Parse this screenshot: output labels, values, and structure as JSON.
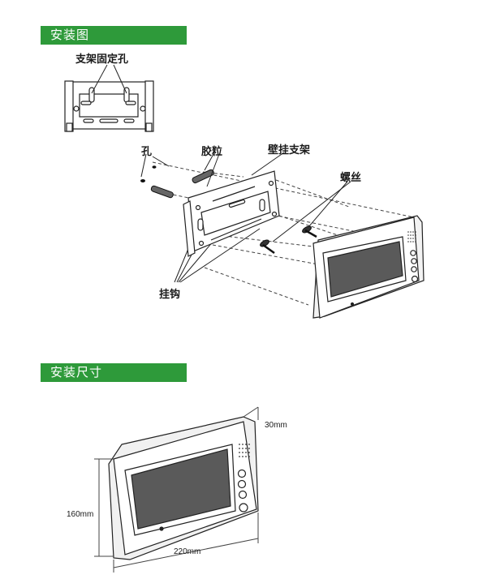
{
  "sections": {
    "installation_diagram": "安装图",
    "installation_size": "安装尺寸"
  },
  "labels": {
    "bracket_fixing_hole": "支架固定孔",
    "hole": "孔",
    "rubber_plug": "胶粒",
    "wall_bracket": "壁挂支架",
    "screw": "螺丝",
    "hook": "挂钩"
  },
  "dimensions": {
    "depth": "30mm",
    "height": "160mm",
    "width": "220mm"
  }
}
